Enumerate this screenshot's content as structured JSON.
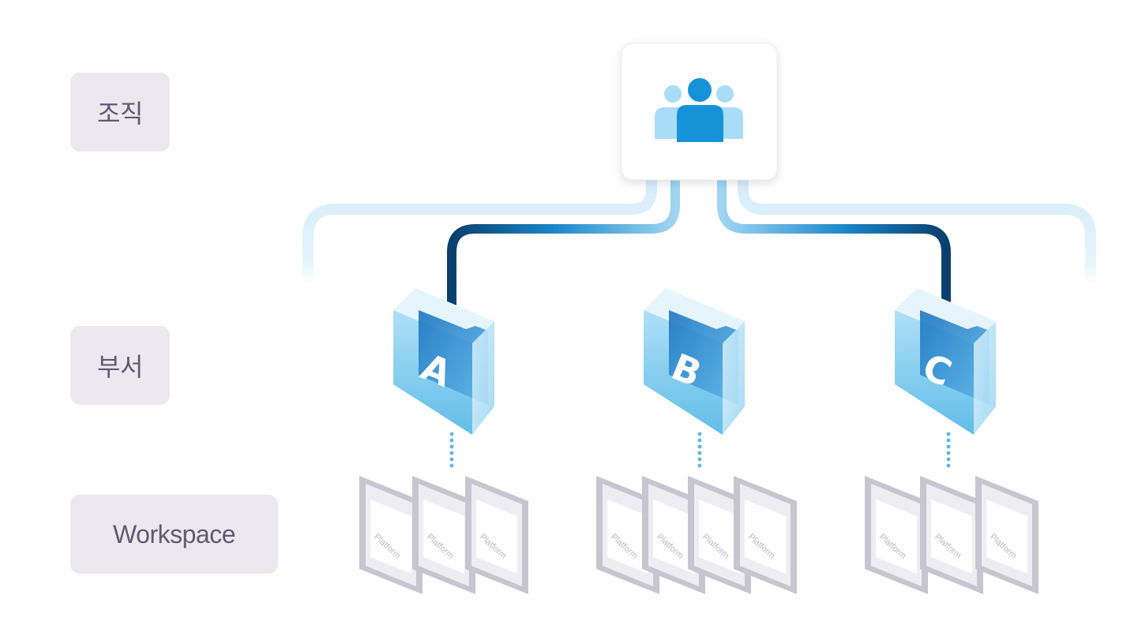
{
  "levels": {
    "organization": "조직",
    "department": "부서",
    "workspace": "Workspace"
  },
  "departments": [
    {
      "letter": "A",
      "workspace_count": 3
    },
    {
      "letter": "B",
      "workspace_count": 4
    },
    {
      "letter": "C",
      "workspace_count": 3
    }
  ],
  "workspace_card_label": "Platform",
  "colors": {
    "dark_line": "#0a3f6e",
    "light_line": "#d3ecf8",
    "icon_blue": "#1693d8",
    "icon_light": "#a9dcf6",
    "label_bg": "#ebe9ef",
    "label_text": "#5f5a73"
  }
}
